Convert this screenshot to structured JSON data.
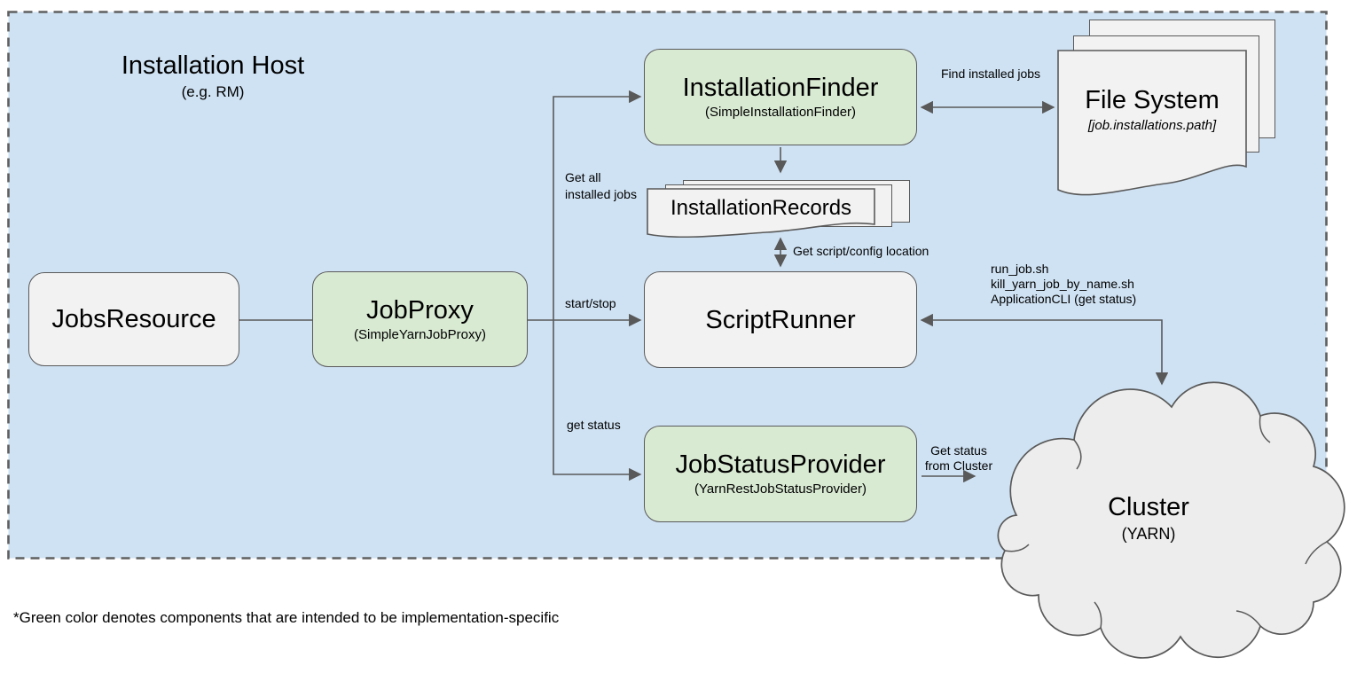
{
  "host": {
    "title": "Installation Host",
    "subtitle": "(e.g. RM)"
  },
  "nodes": {
    "jobs_resource": {
      "title": "JobsResource"
    },
    "job_proxy": {
      "title": "JobProxy",
      "subtitle": "(SimpleYarnJobProxy)"
    },
    "installation_finder": {
      "title": "InstallationFinder",
      "subtitle": "(SimpleInstallationFinder)"
    },
    "installation_records": {
      "title": "InstallationRecords"
    },
    "script_runner": {
      "title": "ScriptRunner"
    },
    "job_status_provider": {
      "title": "JobStatusProvider",
      "subtitle": "(YarnRestJobStatusProvider)"
    },
    "file_system": {
      "title": "File System",
      "subtitle": "[job.installations.path]"
    },
    "cluster": {
      "title": "Cluster",
      "subtitle": "(YARN)"
    }
  },
  "edges": {
    "get_all_installed_jobs": "Get all\ninstalled jobs",
    "start_stop": "start/stop",
    "get_status": "get status",
    "find_installed_jobs": "Find installed jobs",
    "get_script_config_location": "Get script/config location",
    "scriptrunner_cluster_scripts": "run_job.sh\nkill_yarn_job_by_name.sh\nApplicationCLI (get status)",
    "get_status_from_cluster": "Get status\nfrom Cluster"
  },
  "footnote": "*Green color denotes components that are intended to be implementation-specific",
  "colors": {
    "host_background": "#cfe2f3",
    "implementation_specific_fill": "#d9ead3",
    "neutral_fill": "#f2f2f2",
    "stroke": "#595959"
  }
}
